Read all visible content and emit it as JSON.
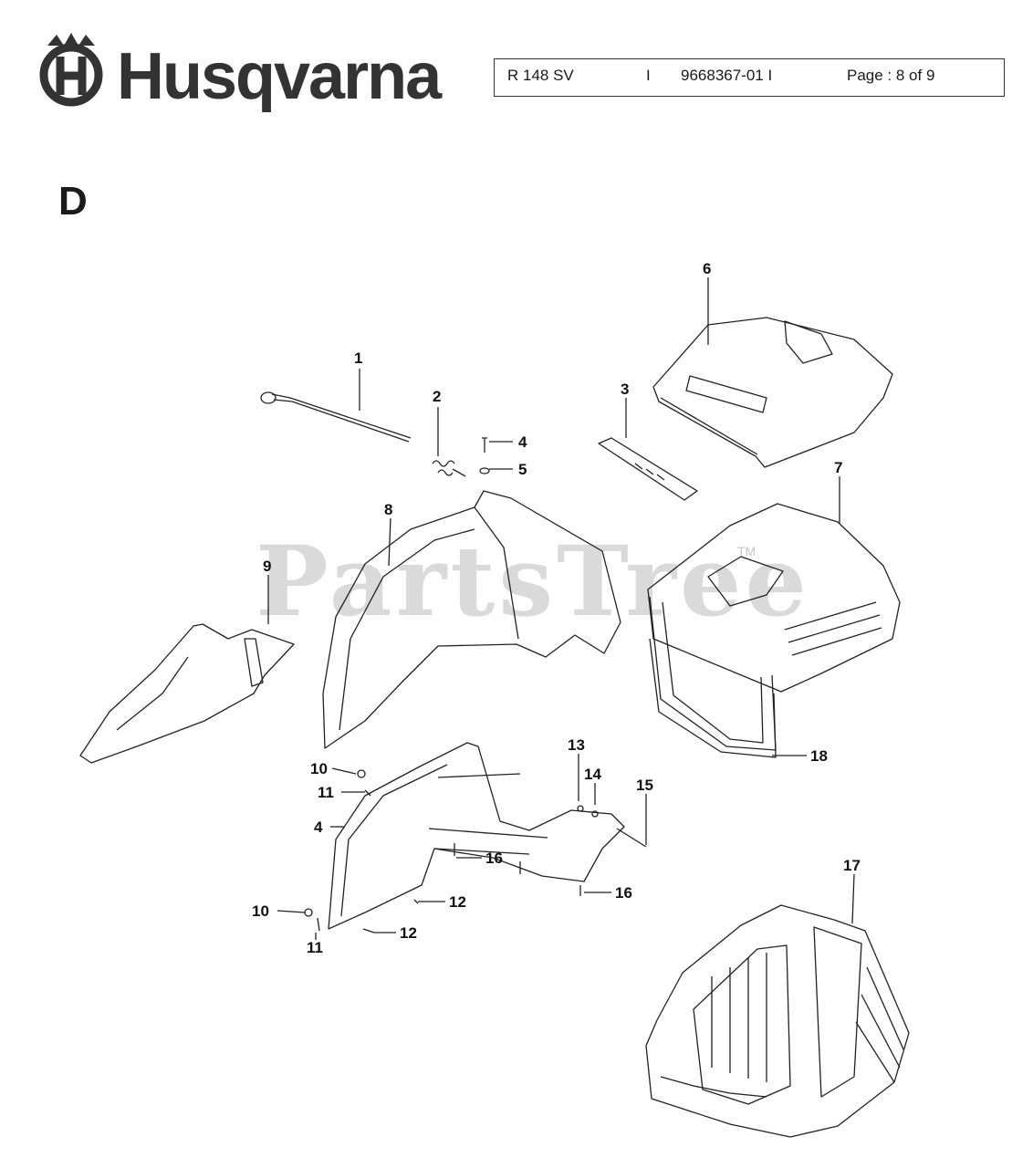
{
  "brand": {
    "name": "Husqvarna"
  },
  "header": {
    "model": "R 148 SV",
    "sep1": "I",
    "part_number": "9668367-01 I",
    "page": "Page : 8 of 9"
  },
  "section": "D",
  "watermark": "PartsTree",
  "watermark_tm": "TM",
  "callouts": [
    {
      "id": "c1",
      "label": "1"
    },
    {
      "id": "c2",
      "label": "2"
    },
    {
      "id": "c3",
      "label": "3"
    },
    {
      "id": "c4a",
      "label": "4"
    },
    {
      "id": "c5",
      "label": "5"
    },
    {
      "id": "c6",
      "label": "6"
    },
    {
      "id": "c7",
      "label": "7"
    },
    {
      "id": "c8",
      "label": "8"
    },
    {
      "id": "c9",
      "label": "9"
    },
    {
      "id": "c10a",
      "label": "10"
    },
    {
      "id": "c11a",
      "label": "11"
    },
    {
      "id": "c4b",
      "label": "4"
    },
    {
      "id": "c13",
      "label": "13"
    },
    {
      "id": "c14",
      "label": "14"
    },
    {
      "id": "c15",
      "label": "15"
    },
    {
      "id": "c16a",
      "label": "16"
    },
    {
      "id": "c16b",
      "label": "16"
    },
    {
      "id": "c12a",
      "label": "12"
    },
    {
      "id": "c12b",
      "label": "12"
    },
    {
      "id": "c10b",
      "label": "10"
    },
    {
      "id": "c11b",
      "label": "11"
    },
    {
      "id": "c17",
      "label": "17"
    },
    {
      "id": "c18",
      "label": "18"
    }
  ]
}
